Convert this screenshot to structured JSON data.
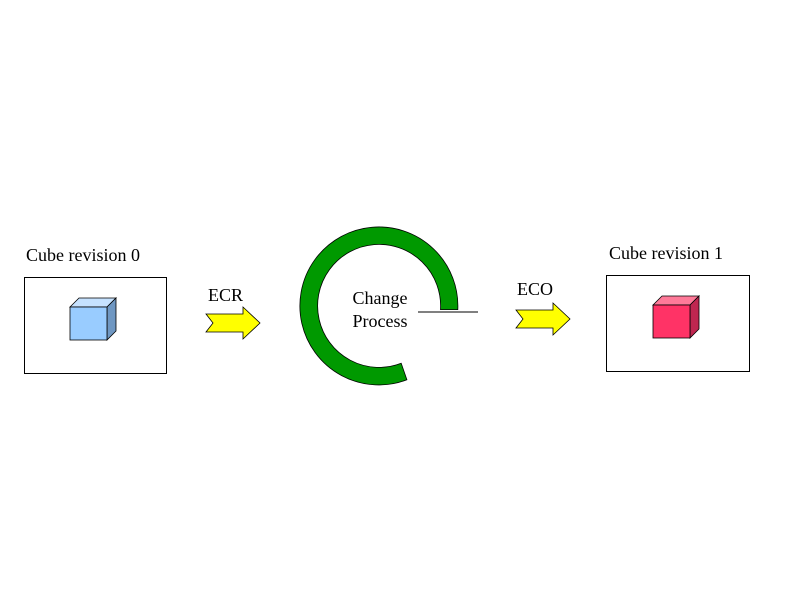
{
  "left": {
    "caption": "Cube revision 0",
    "cube_front": "#99ccff",
    "cube_top": "#c6e2ff",
    "cube_side": "#6f97c2"
  },
  "right": {
    "caption": "Cube revision 1",
    "cube_front": "#ff3366",
    "cube_top": "#ff7a99",
    "cube_side": "#bf2650"
  },
  "arrow_left": {
    "label": "ECR",
    "color": "#ffff00"
  },
  "arrow_right": {
    "label": "ECO",
    "color": "#ffff00"
  },
  "process": {
    "line1": "Change",
    "line2": "Process",
    "ring_color": "#009900"
  }
}
